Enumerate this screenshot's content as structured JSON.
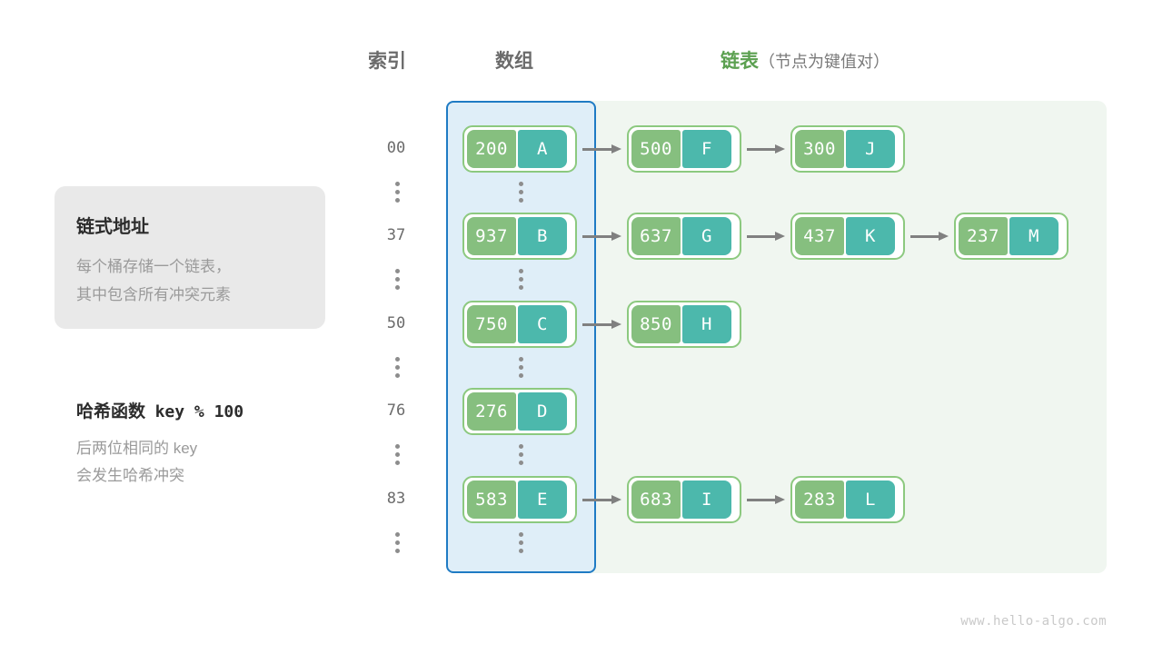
{
  "headers": {
    "index": "索引",
    "array": "数组",
    "list": "链表",
    "list_sub": "（节点为键值对）"
  },
  "info_card": {
    "title": "链式地址",
    "line1": "每个桶存储一个链表，",
    "line2": "其中包含所有冲突元素"
  },
  "hash_note": {
    "title_cn": "哈希函数",
    "title_code": "key % 100",
    "line1": "后两位相同的 key",
    "line2": "会发生哈希冲突"
  },
  "colors": {
    "array_panel_fill": "#dfeef8",
    "array_panel_border": "#1f7bc4",
    "list_panel_fill": "#f0f6f0",
    "node_border": "#8cc97f",
    "key_cell": "#86bf7f",
    "value_cell": "#4cb8ac",
    "arrow": "#808080",
    "header_green": "#5ba050",
    "card_fill": "#e9e9e9"
  },
  "rows": [
    {
      "index": "00",
      "bucket": {
        "key": "200",
        "value": "A"
      },
      "chain": [
        {
          "key": "500",
          "value": "F"
        },
        {
          "key": "300",
          "value": "J"
        }
      ]
    },
    {
      "index": "37",
      "bucket": {
        "key": "937",
        "value": "B"
      },
      "chain": [
        {
          "key": "637",
          "value": "G"
        },
        {
          "key": "437",
          "value": "K"
        },
        {
          "key": "237",
          "value": "M"
        }
      ]
    },
    {
      "index": "50",
      "bucket": {
        "key": "750",
        "value": "C"
      },
      "chain": [
        {
          "key": "850",
          "value": "H"
        }
      ]
    },
    {
      "index": "76",
      "bucket": {
        "key": "276",
        "value": "D"
      },
      "chain": []
    },
    {
      "index": "83",
      "bucket": {
        "key": "583",
        "value": "E"
      },
      "chain": [
        {
          "key": "683",
          "value": "I"
        },
        {
          "key": "283",
          "value": "L"
        }
      ]
    }
  ],
  "watermark": "www.hello-algo.com"
}
